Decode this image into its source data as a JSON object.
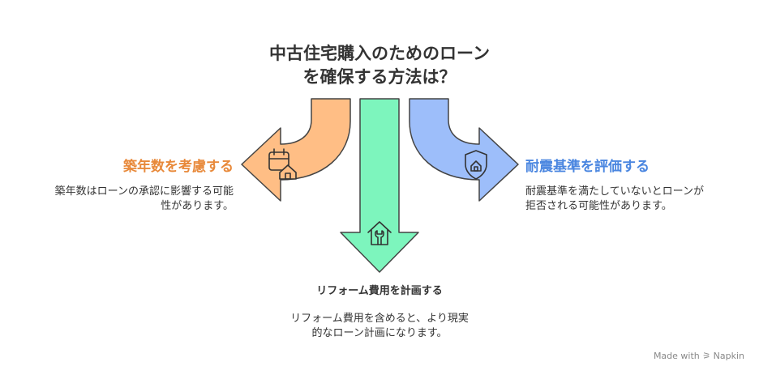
{
  "title": {
    "line1": "中古住宅購入のためのローン",
    "line2": "を確保する方法は？"
  },
  "branches": {
    "left": {
      "heading": "築年数を考慮する",
      "desc_line1": "築年数はローンの承認に影響する可能",
      "desc_line2": "性があります。",
      "color": "#FFBE85",
      "heading_color": "#E8893A"
    },
    "right": {
      "heading": "耐震基準を評価する",
      "desc_line1": "耐震基準を満たしていないとローンが",
      "desc_line2": "拒否される可能性があります。",
      "color": "#9DBEFA",
      "heading_color": "#4A86E0"
    },
    "bottom": {
      "heading": "リフォーム費用を計画する",
      "desc_line1": "リフォーム費用を含めると、より現実",
      "desc_line2": "的なローン計画になります。",
      "color": "#7DF5BD"
    }
  },
  "icons": {
    "left": "calendar-house-icon",
    "right": "shield-house-icon",
    "bottom": "house-wrench-icon"
  },
  "footer": {
    "made_with": "Made with",
    "brand": "Napkin"
  }
}
